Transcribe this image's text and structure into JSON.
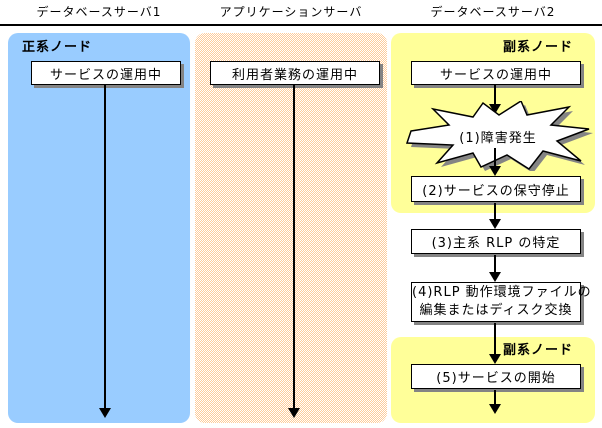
{
  "header": {
    "db1_title": "データベースサーバ1",
    "app_title": "アプリケーションサーバ",
    "db2_title": "データベースサーバ2"
  },
  "db1_lane": {
    "node_label": "正系ノード",
    "running_box": "サービスの運用中"
  },
  "app_lane": {
    "running_box": "利用者業務の運用中"
  },
  "db2_lane": {
    "node_label_top": "副系ノード",
    "node_label_bottom": "副系ノード",
    "running_box": "サービスの運用中",
    "step1_failure": "(1)障害発生",
    "step2_stop": "(2)サービスの保守停止",
    "step3_identify": "(3)主系 RLP の特定",
    "step4_line1": "(4)RLP 動作環境ファイルの",
    "step4_line2": "編集またはディスク交換",
    "step5_start": "(5)サービスの開始"
  },
  "colors": {
    "primary-node-bg": "#99CCFF",
    "secondary-node-bg": "#FFFF99",
    "app-server-check": "#FFCC99",
    "box-shadow": "#848484"
  }
}
